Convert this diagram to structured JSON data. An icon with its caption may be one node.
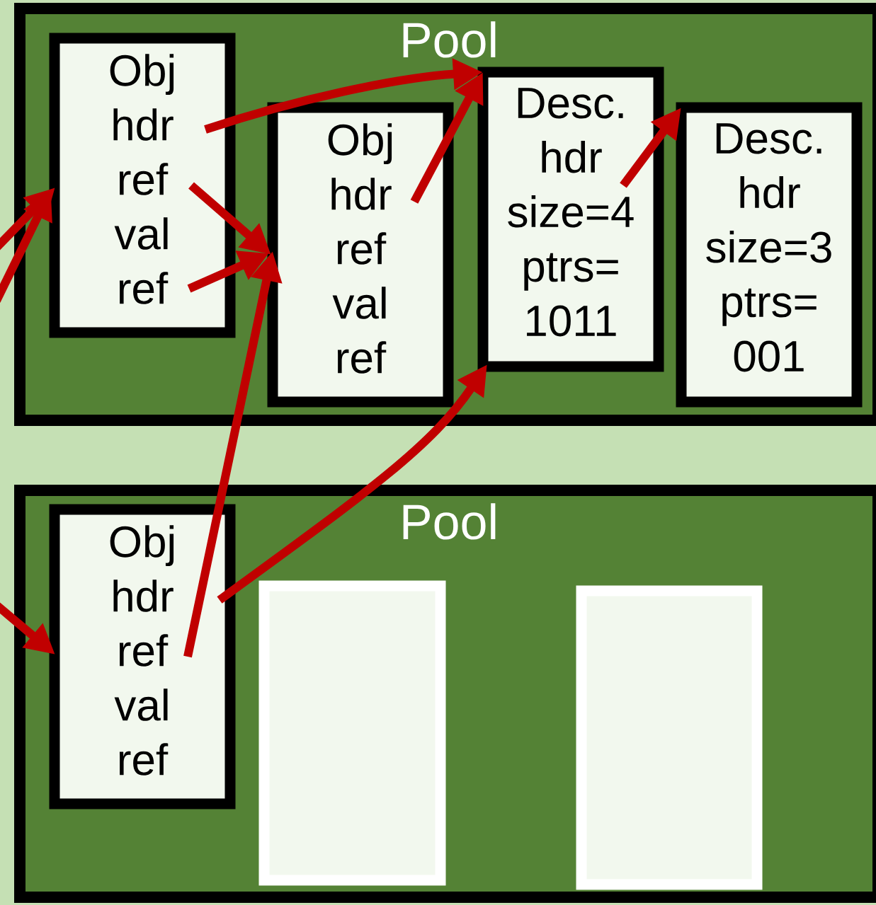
{
  "diagram": {
    "nodes": [
      {
        "text": [
          "Pool"
        ]
      },
      {
        "text": [
          "Obj",
          "hdr",
          "ref",
          "val",
          "ref"
        ],
        "in": 0
      },
      {
        "text": [
          "Obj",
          "hdr",
          "ref",
          "val",
          "ref"
        ],
        "in": 0
      },
      {
        "text": [
          "Desc.",
          "hdr",
          "size=4",
          "ptrs=",
          "1011"
        ],
        "in": 0
      },
      {
        "text": [
          "Desc.",
          "hdr",
          "size=3",
          "ptrs=",
          "001"
        ],
        "in": 0
      },
      {
        "text": [
          "Pool"
        ]
      },
      {
        "text": [
          "Obj",
          "hdr",
          "ref",
          "val",
          "ref"
        ],
        "in": 5
      },
      {
        "text": [],
        "shape": "box",
        "in": 5
      },
      {
        "text": [],
        "shape": "box",
        "in": 5
      }
    ],
    "edges": [
      {
        "from": null,
        "to": 1,
        "arrow": "to"
      },
      {
        "from": null,
        "to": 1,
        "arrow": "to"
      },
      {
        "from": 1,
        "to": 3,
        "arrow": "to"
      },
      {
        "from": 1,
        "to": 2,
        "arrow": "to"
      },
      {
        "from": 1,
        "to": 2,
        "arrow": "to"
      },
      {
        "from": 2,
        "to": 3,
        "arrow": "to"
      },
      {
        "from": 3,
        "to": 4,
        "arrow": "to"
      },
      {
        "from": 6,
        "to": 2,
        "arrow": "to"
      },
      {
        "from": 6,
        "to": 3,
        "arrow": "to"
      },
      {
        "from": null,
        "to": 6,
        "arrow": "to"
      }
    ]
  }
}
